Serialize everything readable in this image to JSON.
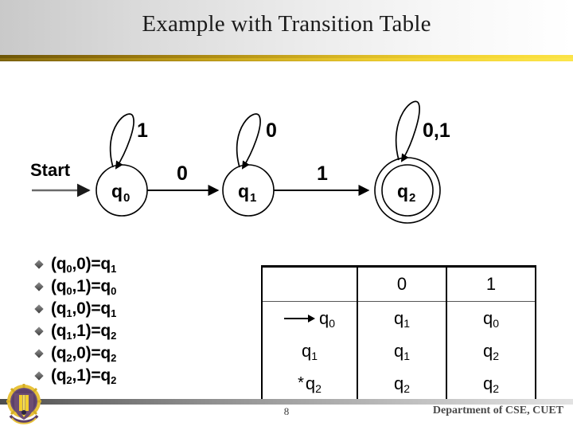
{
  "slide": {
    "title": "Example with Transition Table",
    "page_number": "8",
    "footer_text": "Department of CSE, CUET",
    "accent_gold": "#efcf2f",
    "accent_gold_dark": "#6d5608",
    "footer_gray_dark": "#4d4d4d",
    "header_gray": "#c9c9c9"
  },
  "diagram": {
    "start_label": "Start",
    "states": [
      {
        "id": "q0",
        "base": "q",
        "sub": "0",
        "accepting": false,
        "loop_label": "1"
      },
      {
        "id": "q1",
        "base": "q",
        "sub": "1",
        "accepting": false,
        "loop_label": "0"
      },
      {
        "id": "q2",
        "base": "q",
        "sub": "2",
        "accepting": true,
        "loop_label": "0,1"
      }
    ],
    "transitions": [
      {
        "from": "q0",
        "to": "q1",
        "label": "0"
      },
      {
        "from": "q1",
        "to": "q2",
        "label": "1"
      }
    ]
  },
  "bullets": [
    {
      "state": "q",
      "state_sub": "0",
      "input": "0",
      "result": "q",
      "result_sub": "1"
    },
    {
      "state": "q",
      "state_sub": "0",
      "input": "1",
      "result": "q",
      "result_sub": "0"
    },
    {
      "state": "q",
      "state_sub": "1",
      "input": "0",
      "result": "q",
      "result_sub": "1"
    },
    {
      "state": "q",
      "state_sub": "1",
      "input": "1",
      "result": "q",
      "result_sub": "2"
    },
    {
      "state": "q",
      "state_sub": "2",
      "input": "0",
      "result": "q",
      "result_sub": "2"
    },
    {
      "state": "q",
      "state_sub": "2",
      "input": "1",
      "result": "q",
      "result_sub": "2"
    }
  ],
  "transition_table": {
    "headers": [
      "",
      "0",
      "1"
    ],
    "rows": [
      {
        "start_marker": true,
        "accept_marker": "",
        "state": "q",
        "state_sub": "0",
        "on_zero": "q",
        "on_zero_sub": "1",
        "on_one": "q",
        "on_one_sub": "0"
      },
      {
        "start_marker": false,
        "accept_marker": "",
        "state": "q",
        "state_sub": "1",
        "on_zero": "q",
        "on_zero_sub": "1",
        "on_one": "q",
        "on_one_sub": "2"
      },
      {
        "start_marker": false,
        "accept_marker": "*",
        "state": "q",
        "state_sub": "2",
        "on_zero": "q",
        "on_zero_sub": "2",
        "on_one": "q",
        "on_one_sub": "2"
      }
    ]
  }
}
